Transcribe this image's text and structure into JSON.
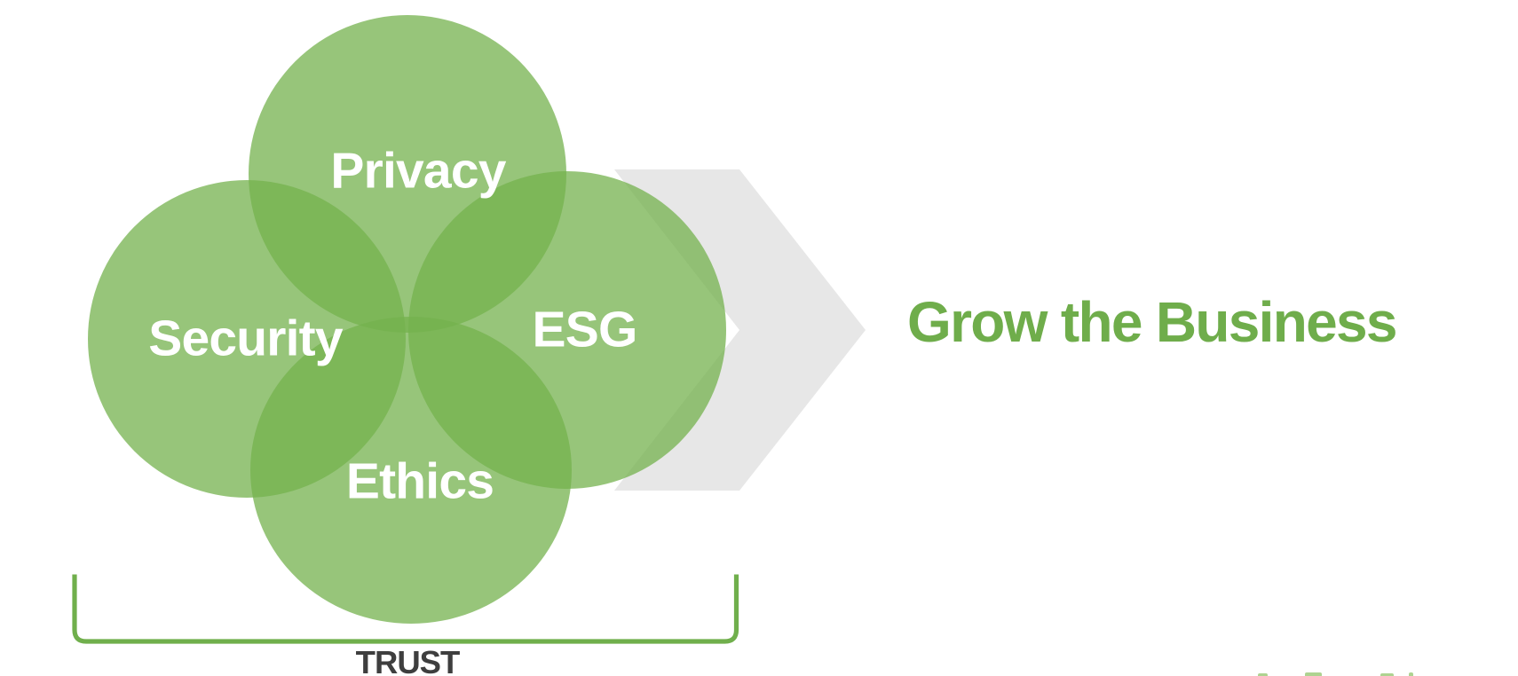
{
  "diagram": {
    "circles": [
      {
        "id": "privacy",
        "label": "Privacy",
        "position": "top"
      },
      {
        "id": "security",
        "label": "Security",
        "position": "left"
      },
      {
        "id": "esg",
        "label": "ESG",
        "position": "right"
      },
      {
        "id": "ethics",
        "label": "Ethics",
        "position": "bottom"
      }
    ],
    "arrow": {
      "shape": "chevron",
      "direction": "right"
    },
    "outcome": {
      "label": "Grow the Business"
    },
    "foundation": {
      "label": "TRUST"
    }
  },
  "colors": {
    "background": "#FFFFFF",
    "circle_green": "#74B24D",
    "circle_opacity": "0.75",
    "label_white": "#FFFFFF",
    "chevron_gray": "#E7E7E7",
    "heading_green": "#6FAD4B",
    "bracket_green": "#70AF4C",
    "trust_text": "#3E3E3E",
    "logo_fragment_green": "#AED391"
  }
}
